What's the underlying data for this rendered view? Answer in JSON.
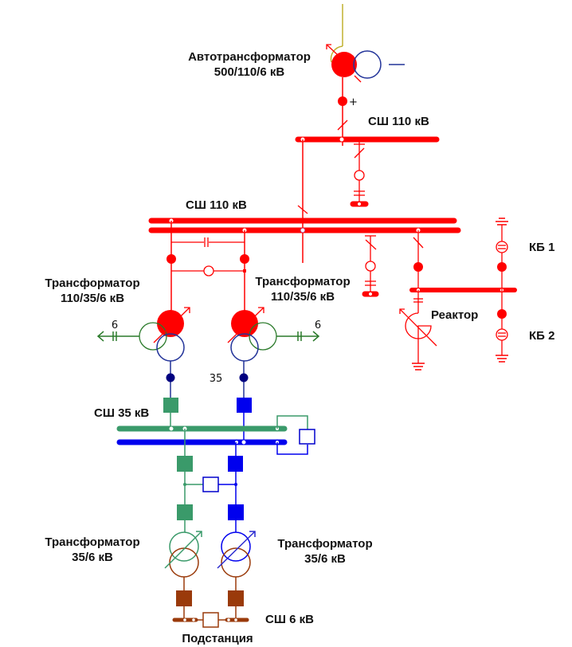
{
  "colors": {
    "hv": "#ff0000",
    "mv_green": "#3a9a6a",
    "mv_blue": "#0000ee",
    "lv": "#9a3a0a",
    "tert": "#2a7a2a",
    "autotrans_lv": "#223399",
    "feed": "#c0b030"
  },
  "labels": {
    "autotransformer": [
      "Автотрансформатор",
      "500/110/6 кВ"
    ],
    "bus110_top": "СШ 110 кВ",
    "bus110_main": "СШ 110 кВ",
    "transformer_left": [
      "Трансформатор",
      "110/35/6 кВ"
    ],
    "transformer_right": [
      "Трансформатор",
      "110/35/6 кВ"
    ],
    "tert_left": "6",
    "tert_right": "6",
    "mv_label": "35",
    "kb1": "КБ 1",
    "kb2": "КБ 2",
    "reactor": "Реактор",
    "bus35": "СШ 35 кВ",
    "transformer35_left": [
      "Трансформатор",
      "35/6 кВ"
    ],
    "transformer35_right": [
      "Трансформатор",
      "35/6 кВ"
    ],
    "bus6": "СШ 6 кВ",
    "substation": "Подстанция",
    "plus": "+"
  }
}
